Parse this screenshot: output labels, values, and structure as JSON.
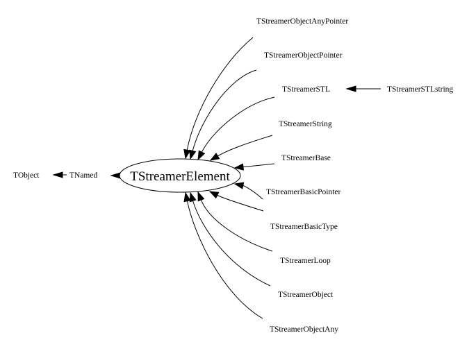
{
  "diagram": {
    "type": "class-inheritance-graph",
    "center_node": "TStreamerElement",
    "base_chain": [
      "TObject",
      "TNamed"
    ],
    "derived_nodes": [
      "TStreamerObjectAnyPointer",
      "TStreamerObjectPointer",
      "TStreamerSTL",
      "TStreamerString",
      "TStreamerBase",
      "TStreamerBasicPointer",
      "TStreamerBasicType",
      "TStreamerLoop",
      "TStreamerObject",
      "TStreamerObjectAny"
    ],
    "secondary_derived": [
      {
        "child": "TStreamerSTLstring",
        "parent": "TStreamerSTL"
      }
    ],
    "edges": [
      {
        "from": "TNamed",
        "to": "TObject"
      },
      {
        "from": "TStreamerElement",
        "to": "TNamed"
      },
      {
        "from": "TStreamerObjectAnyPointer",
        "to": "TStreamerElement"
      },
      {
        "from": "TStreamerObjectPointer",
        "to": "TStreamerElement"
      },
      {
        "from": "TStreamerSTL",
        "to": "TStreamerElement"
      },
      {
        "from": "TStreamerString",
        "to": "TStreamerElement"
      },
      {
        "from": "TStreamerBase",
        "to": "TStreamerElement"
      },
      {
        "from": "TStreamerBasicPointer",
        "to": "TStreamerElement"
      },
      {
        "from": "TStreamerBasicType",
        "to": "TStreamerElement"
      },
      {
        "from": "TStreamerLoop",
        "to": "TStreamerElement"
      },
      {
        "from": "TStreamerObject",
        "to": "TStreamerElement"
      },
      {
        "from": "TStreamerObjectAny",
        "to": "TStreamerElement"
      },
      {
        "from": "TStreamerSTLstring",
        "to": "TStreamerSTL"
      }
    ]
  }
}
